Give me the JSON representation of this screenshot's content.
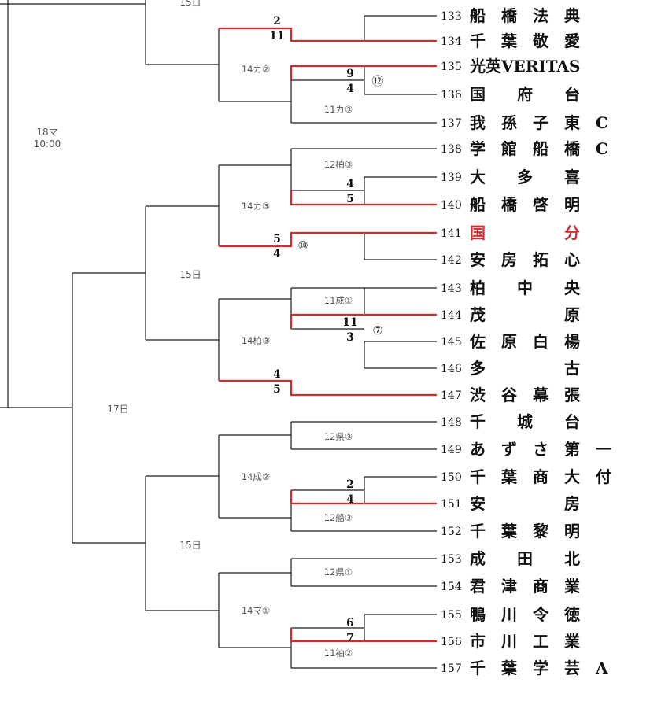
{
  "accent_color": "#d42a2a",
  "final_venue": {
    "date": "18マ",
    "time": "10:00"
  },
  "date_labels": {
    "top": "15日",
    "mid_upper": "15日",
    "semi": "17日",
    "mid_lower": "15日"
  },
  "teams": [
    {
      "no": "133",
      "name": "船　橋　法　典"
    },
    {
      "no": "134",
      "name": "千　葉　敬　愛"
    },
    {
      "no": "135",
      "name": "光英VERITAS"
    },
    {
      "no": "136",
      "name": "国　　府　　台"
    },
    {
      "no": "137",
      "name": "我　孫　子　東　C"
    },
    {
      "no": "138",
      "name": "学　館　船　橋　C"
    },
    {
      "no": "139",
      "name": "大　　多　　喜"
    },
    {
      "no": "140",
      "name": "船　橋　啓　明"
    },
    {
      "no": "141",
      "name": "国　　　　　分"
    },
    {
      "no": "142",
      "name": "安　房　拓　心"
    },
    {
      "no": "143",
      "name": "柏　　中　　央"
    },
    {
      "no": "144",
      "name": "茂　　　　　原"
    },
    {
      "no": "145",
      "name": "佐　原　白　楊"
    },
    {
      "no": "146",
      "name": "多　　　　　古"
    },
    {
      "no": "147",
      "name": "渋　谷　幕　張"
    },
    {
      "no": "148",
      "name": "千　　城　　台"
    },
    {
      "no": "149",
      "name": "あ　ず　さ　第　一"
    },
    {
      "no": "150",
      "name": "千　葉　商　大　付"
    },
    {
      "no": "151",
      "name": "安　　　　　房"
    },
    {
      "no": "152",
      "name": "千　葉　黎　明"
    },
    {
      "no": "153",
      "name": "成　　田　　北"
    },
    {
      "no": "154",
      "name": "君　津　商　業"
    },
    {
      "no": "155",
      "name": "鴨　川　令　徳"
    },
    {
      "no": "156",
      "name": "市　川　工　業"
    },
    {
      "no": "157",
      "name": "千　葉　学　芸　A"
    }
  ],
  "highlight_team_index": 8,
  "scores": [
    {
      "top": "2",
      "bottom": "11"
    },
    {
      "top": "9",
      "bottom": "4",
      "game": "⑫"
    },
    {
      "top": "4",
      "bottom": "5"
    },
    {
      "top": "5",
      "bottom": "4",
      "game": "⑩"
    },
    {
      "top": "11",
      "bottom": "3",
      "game": "⑦"
    },
    {
      "top": "4",
      "bottom": "5"
    },
    {
      "top": "2",
      "bottom": "4"
    },
    {
      "top": "6",
      "bottom": "7"
    }
  ],
  "venue_notes": {
    "n1": "14カ②",
    "n2": "11カ③",
    "n3": "12柏③",
    "n4": "14カ③",
    "n5": "11成①",
    "n6": "14柏③",
    "n7": "12県③",
    "n8": "14成②",
    "n9": "12船③",
    "n10": "12県①",
    "n11": "14マ①",
    "n12": "11袖②"
  }
}
